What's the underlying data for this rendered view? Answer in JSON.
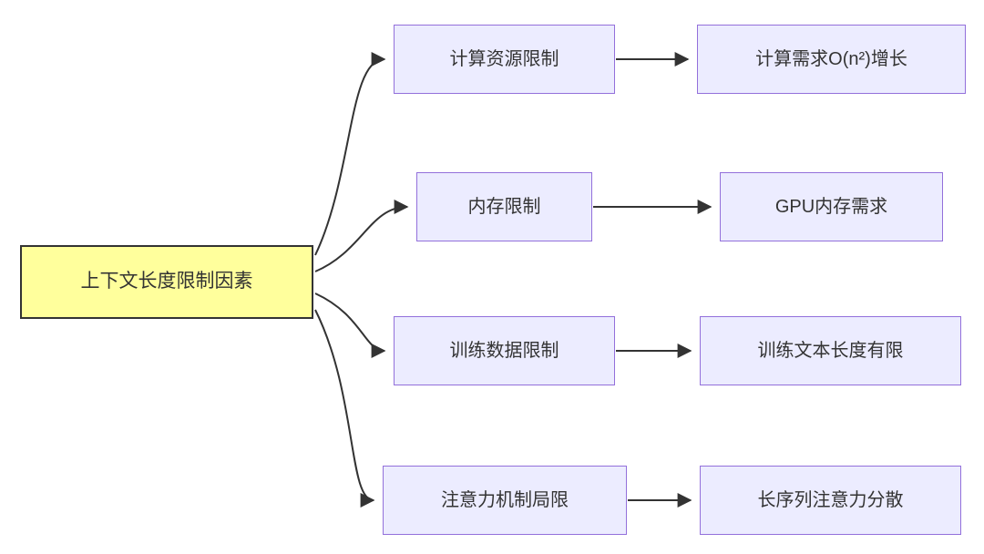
{
  "diagram": {
    "root": {
      "label": "上下文长度限制因素"
    },
    "branches": [
      {
        "factor": "计算资源限制",
        "consequence": "计算需求O(n²)增长"
      },
      {
        "factor": "内存限制",
        "consequence": "GPU内存需求"
      },
      {
        "factor": "训练数据限制",
        "consequence": "训练文本长度有限"
      },
      {
        "factor": "注意力机制局限",
        "consequence": "长序列注意力分散"
      }
    ],
    "colors": {
      "root_bg": "#FFFF9C",
      "root_border": "#333333",
      "node_bg": "#ECECFF",
      "node_border": "#9370DB",
      "edge": "#333333",
      "text": "#333333"
    }
  }
}
